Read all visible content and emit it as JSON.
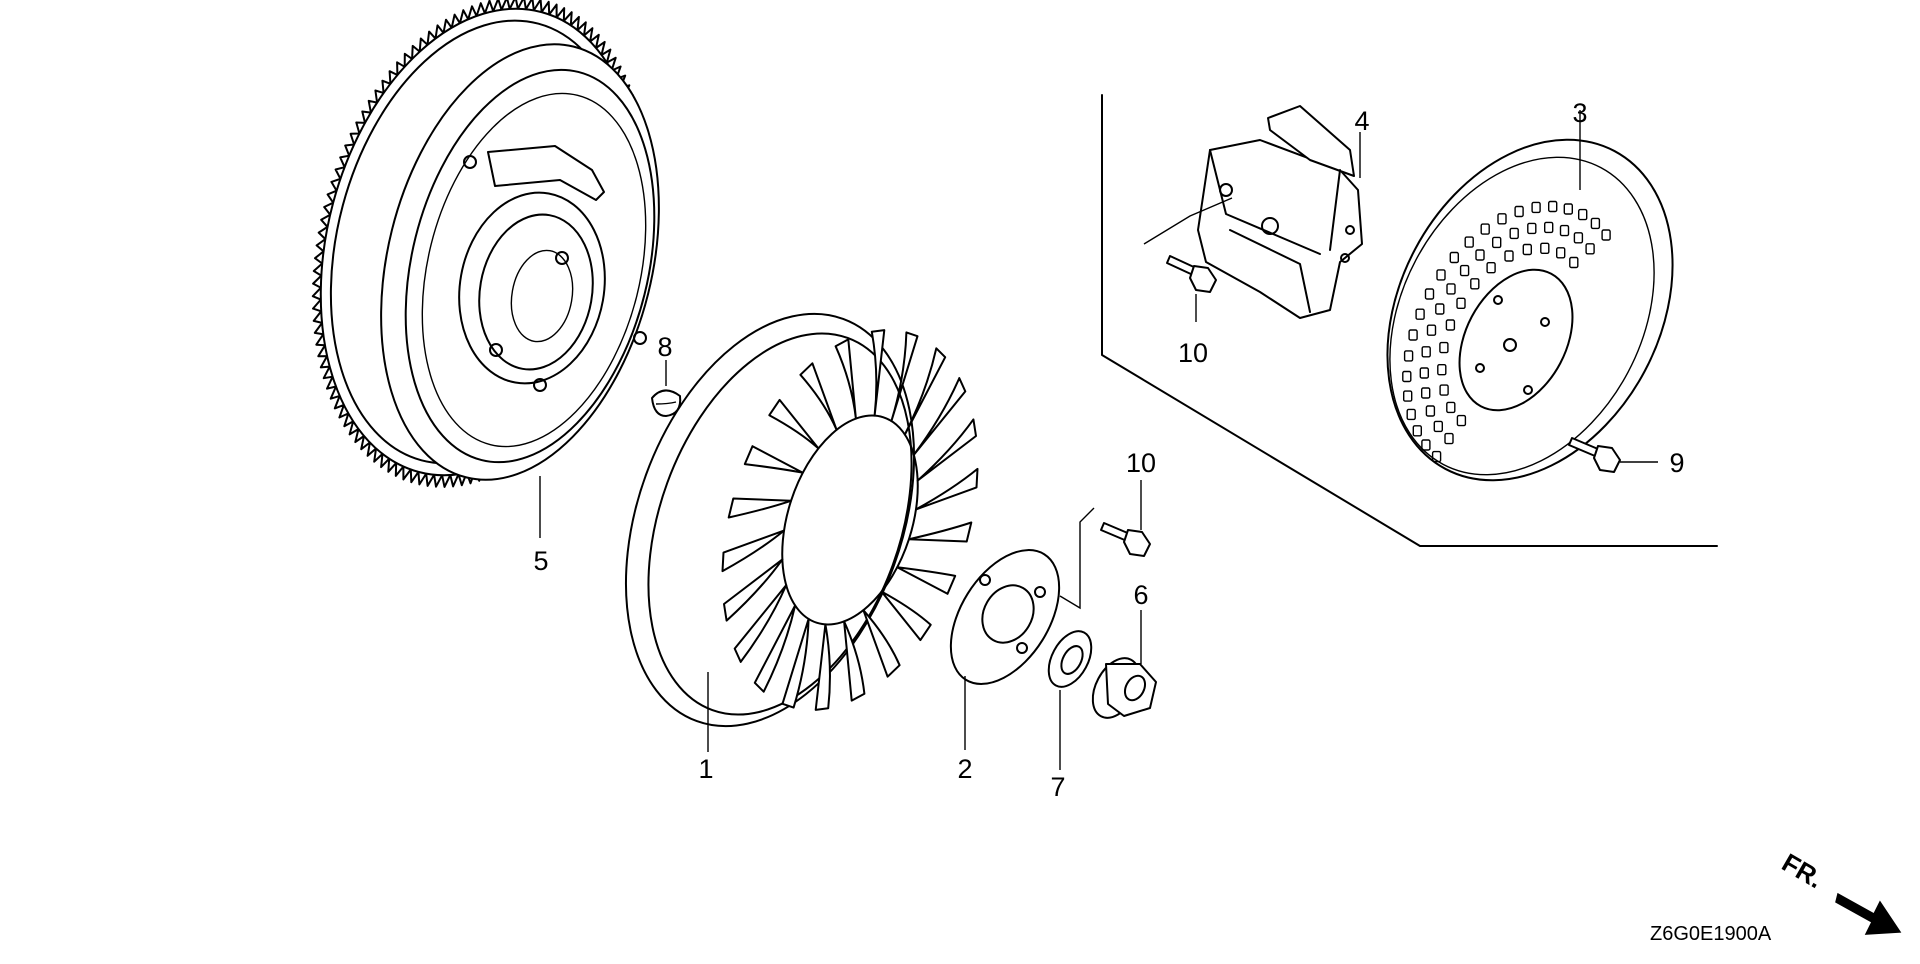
{
  "diagram": {
    "callouts": [
      {
        "id": "1",
        "label": "1"
      },
      {
        "id": "2",
        "label": "2"
      },
      {
        "id": "3",
        "label": "3"
      },
      {
        "id": "4",
        "label": "4"
      },
      {
        "id": "5",
        "label": "5"
      },
      {
        "id": "6",
        "label": "6"
      },
      {
        "id": "7",
        "label": "7"
      },
      {
        "id": "8",
        "label": "8"
      },
      {
        "id": "9",
        "label": "9"
      },
      {
        "id": "10a",
        "label": "10"
      },
      {
        "id": "10b",
        "label": "10"
      }
    ],
    "direction_label": "FR.",
    "drawing_code": "Z6G0E1900A"
  }
}
